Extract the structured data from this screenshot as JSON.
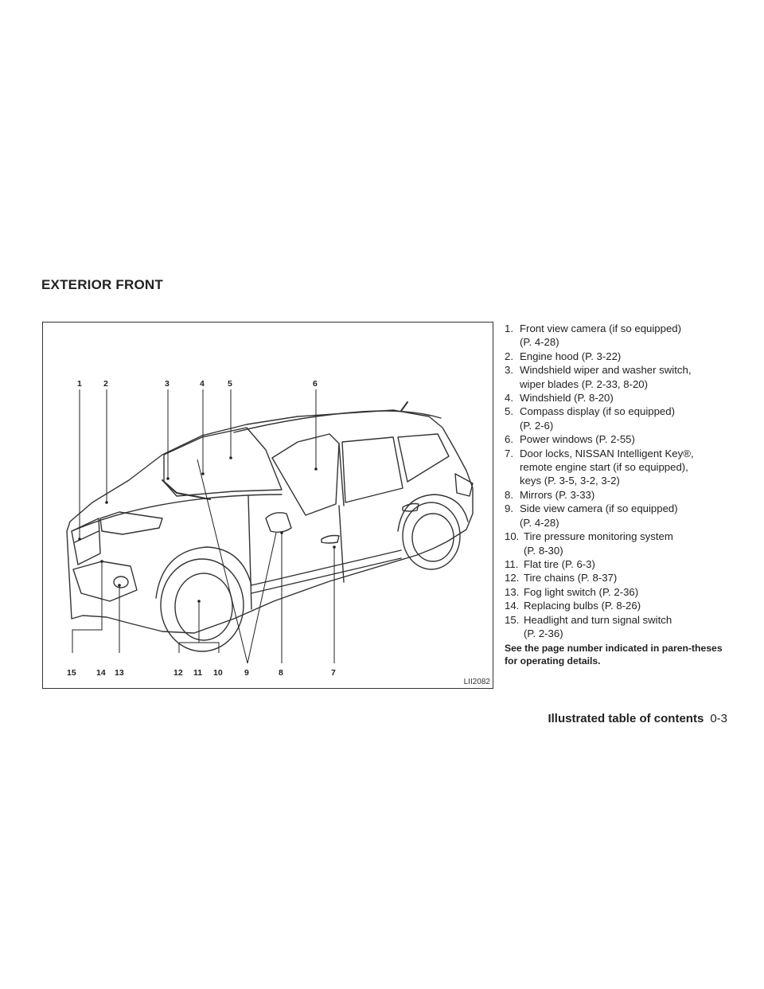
{
  "section_title": "EXTERIOR FRONT",
  "figure": {
    "code": "LII2082",
    "callouts": [
      "1",
      "2",
      "3",
      "4",
      "5",
      "6",
      "7",
      "8",
      "9",
      "10",
      "11",
      "12",
      "13",
      "14",
      "15"
    ]
  },
  "items": [
    {
      "num": "1.",
      "lines": [
        "Front view camera (if so equipped)",
        "(P. 4-28)"
      ]
    },
    {
      "num": "2.",
      "lines": [
        "Engine hood (P. 3-22)"
      ]
    },
    {
      "num": "3.",
      "lines": [
        "Windshield wiper and washer switch,",
        "wiper blades (P. 2-33, 8-20)"
      ]
    },
    {
      "num": "4.",
      "lines": [
        "Windshield (P. 8-20)"
      ]
    },
    {
      "num": "5.",
      "lines": [
        "Compass display (if so equipped)",
        "(P. 2-6)"
      ]
    },
    {
      "num": "6.",
      "lines": [
        "Power windows (P. 2-55)"
      ]
    },
    {
      "num": "7.",
      "lines": [
        "Door locks, NISSAN Intelligent Key®,",
        "remote engine start (if so equipped),",
        "keys (P. 3-5, 3-2, 3-2)"
      ]
    },
    {
      "num": "8.",
      "lines": [
        "Mirrors (P. 3-33)"
      ]
    },
    {
      "num": "9.",
      "lines": [
        "Side view camera (if so equipped)",
        "(P. 4-28)"
      ]
    },
    {
      "num": "10.",
      "lines": [
        "Tire pressure monitoring system",
        "(P. 8-30)"
      ]
    },
    {
      "num": "11.",
      "lines": [
        "Flat tire (P. 6-3)"
      ]
    },
    {
      "num": "12.",
      "lines": [
        "Tire chains (P. 8-37)"
      ]
    },
    {
      "num": "13.",
      "lines": [
        "Fog light switch (P. 2-36)"
      ]
    },
    {
      "num": "14.",
      "lines": [
        "Replacing bulbs (P. 8-26)"
      ]
    },
    {
      "num": "15.",
      "lines": [
        "Headlight and turn signal switch",
        "(P. 2-36)"
      ]
    }
  ],
  "note": "See the page number indicated in paren-theses for operating details.",
  "footer": {
    "title": "Illustrated table of contents",
    "page": "0-3"
  }
}
